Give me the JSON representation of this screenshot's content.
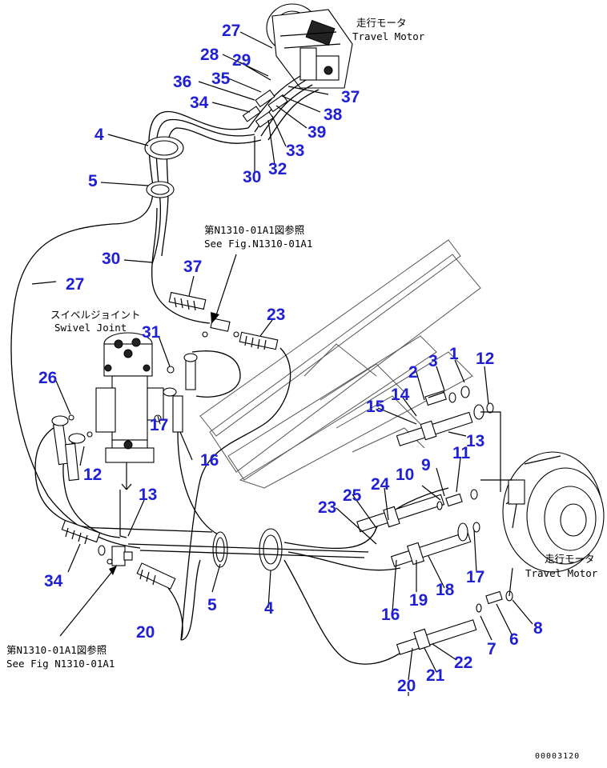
{
  "labels": {
    "travel_motor_top_jp": "走行モータ",
    "travel_motor_top_en": "Travel Motor",
    "travel_motor_right_jp": "走行モータ",
    "travel_motor_right_en": "Travel Motor",
    "swivel_joint_jp": "スイベルジョイント",
    "swivel_joint_en": "Swivel Joint",
    "ref_top_jp": "第N1310-01A1図参照",
    "ref_top_en": "See Fig.N1310-01A1",
    "ref_bottom_jp": "第N1310-01A1図参照",
    "ref_bottom_en": "See Fig N1310-01A1",
    "drawing_code": "00003120"
  },
  "callouts": [
    "27",
    "28",
    "29",
    "35",
    "36",
    "37",
    "34",
    "38",
    "39",
    "33",
    "32",
    "30",
    "4",
    "5",
    "30",
    "37",
    "23",
    "27",
    "31",
    "26",
    "1",
    "12",
    "3",
    "2",
    "14",
    "15",
    "13",
    "17",
    "16",
    "12",
    "11",
    "9",
    "10",
    "24",
    "25",
    "23",
    "13",
    "34",
    "5",
    "4",
    "17",
    "18",
    "19",
    "16",
    "8",
    "6",
    "7",
    "22",
    "21",
    "20",
    "20"
  ],
  "colors": {
    "callout": "#1f1fd6",
    "line": "#000000",
    "watermark": "#555555"
  }
}
